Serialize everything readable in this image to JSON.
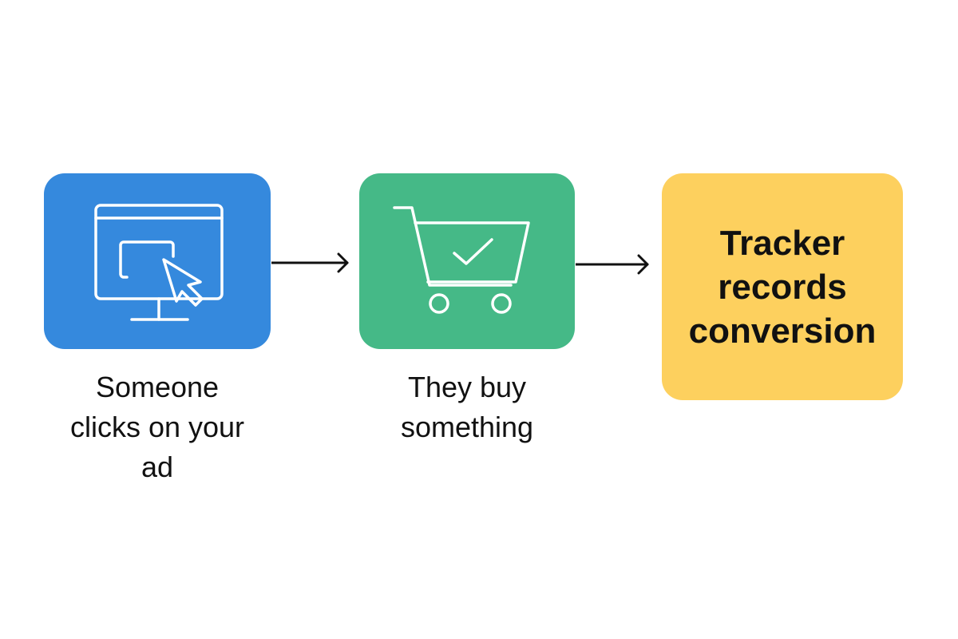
{
  "steps": [
    {
      "label_lines": [
        "Someone",
        "clicks on your",
        "ad"
      ],
      "icon": "monitor-click-icon",
      "color": "#3589dd"
    },
    {
      "label_lines": [
        "They buy",
        "something"
      ],
      "icon": "shopping-cart-check-icon",
      "color": "#45b987"
    },
    {
      "label_lines": [
        "Tracker",
        "records",
        "conversion"
      ],
      "color": "#fdd05e"
    }
  ]
}
